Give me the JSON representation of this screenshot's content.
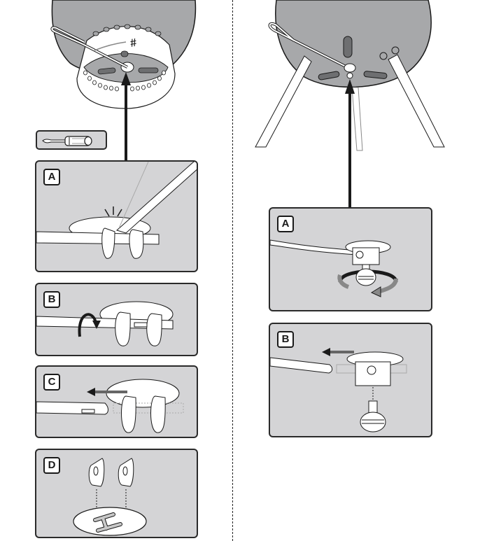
{
  "figure": {
    "type": "assembly-instructions",
    "left_column": {
      "overview": "grill-bowl-damper-bottom-view",
      "tool": "screwdriver-icon",
      "steps": [
        {
          "label": "A"
        },
        {
          "label": "B"
        },
        {
          "label": "C"
        },
        {
          "label": "D"
        }
      ]
    },
    "right_column": {
      "overview": "grill-bowl-with-legs-bottom-view",
      "steps": [
        {
          "label": "A"
        },
        {
          "label": "B"
        }
      ]
    }
  },
  "colors": {
    "panel_fill": "#d4d4d6",
    "bowl_fill": "#a7a8aa",
    "outline": "#1a1a1a",
    "slot_fill": "#6e6f71",
    "part_fill": "#ffffff"
  }
}
